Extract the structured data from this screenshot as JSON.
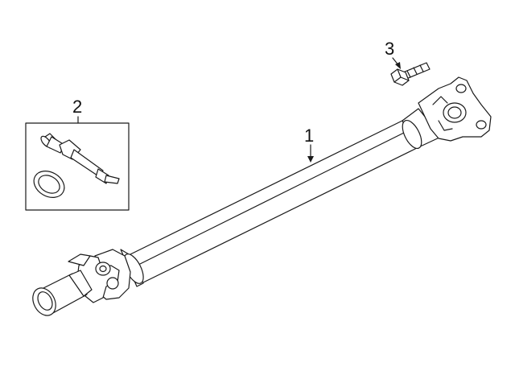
{
  "callouts": [
    {
      "number": "1",
      "part": "driveshaft"
    },
    {
      "number": "2",
      "part": "center-bearing-kit"
    },
    {
      "number": "3",
      "part": "flange-bolt"
    }
  ],
  "colors": {
    "line": "#1a1a1a",
    "background": "#ffffff"
  }
}
